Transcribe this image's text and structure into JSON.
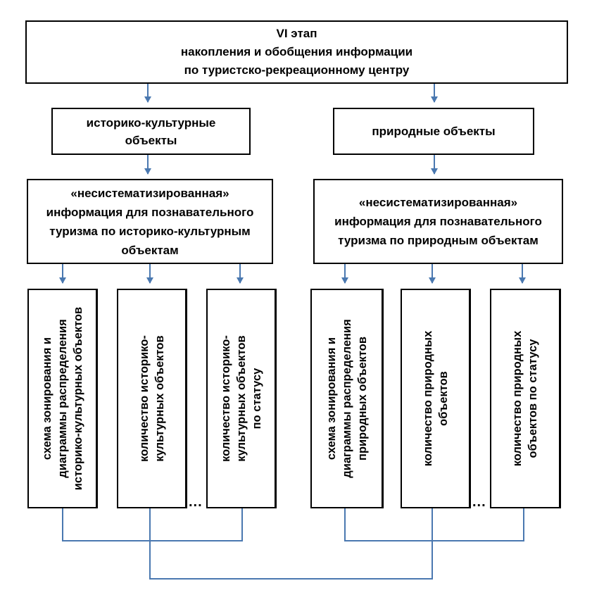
{
  "diagram": {
    "stage": {
      "lines": [
        "VI этап",
        "накопления и обобщения информации",
        "по туристско-рекреационному центру"
      ]
    },
    "left_branch": {
      "category_lines": [
        "историко-культурные",
        "объекты"
      ],
      "info_lines": [
        "«несистематизированная»",
        "информация для познавательного",
        "туризма по историко-культурным",
        "объектам"
      ],
      "items": [
        [
          "схема зонирования и",
          "диаграммы распределения",
          "историко-культурных объектов"
        ],
        [
          "количество историко-",
          "культурных объектов"
        ],
        [
          "количество историко-",
          "культурных объектов",
          "по статусу"
        ]
      ],
      "ellipsis": "..."
    },
    "right_branch": {
      "category_lines": [
        "природные объекты"
      ],
      "info_lines": [
        "«несистематизированная»",
        "информация для познавательного",
        "туризма по природным объектам"
      ],
      "items": [
        [
          "схема зонирования и",
          "диаграммы распределения",
          "природных объектов"
        ],
        [
          "количество природных",
          "объектов"
        ],
        [
          "количество природных",
          "объектов по статусу"
        ]
      ],
      "ellipsis": "..."
    },
    "colors": {
      "connector": "#4a78b0",
      "border": "#000000"
    }
  }
}
